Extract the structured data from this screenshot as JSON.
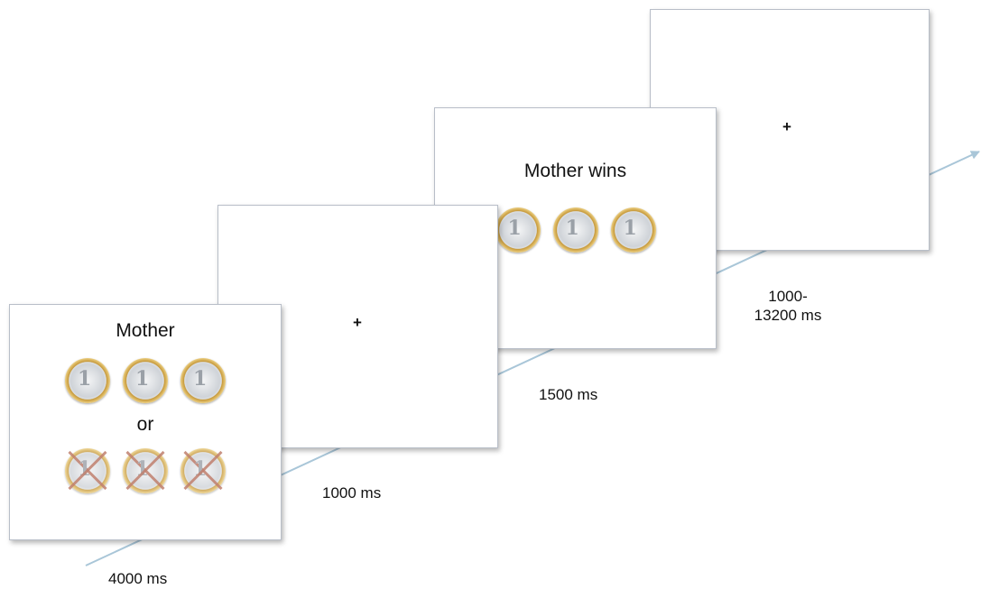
{
  "screens": {
    "cue": {
      "title": "Mother",
      "separator": "or",
      "coin_icon": "euro-coin-icon",
      "crossed_coin_icon": "crossed-euro-coin-icon"
    },
    "fixation1": {
      "symbol": "+"
    },
    "feedback": {
      "title": "Mother wins",
      "coin_icon": "euro-coin-icon"
    },
    "fixation2": {
      "symbol": "+"
    }
  },
  "durations": {
    "cue": "4000 ms",
    "fixation1": "1000 ms",
    "feedback": "1500 ms",
    "fixation2_line1": "1000-",
    "fixation2_line2": "13200 ms"
  },
  "colors": {
    "timeline": "#a9c6d8",
    "crossout": "#b0604a"
  }
}
